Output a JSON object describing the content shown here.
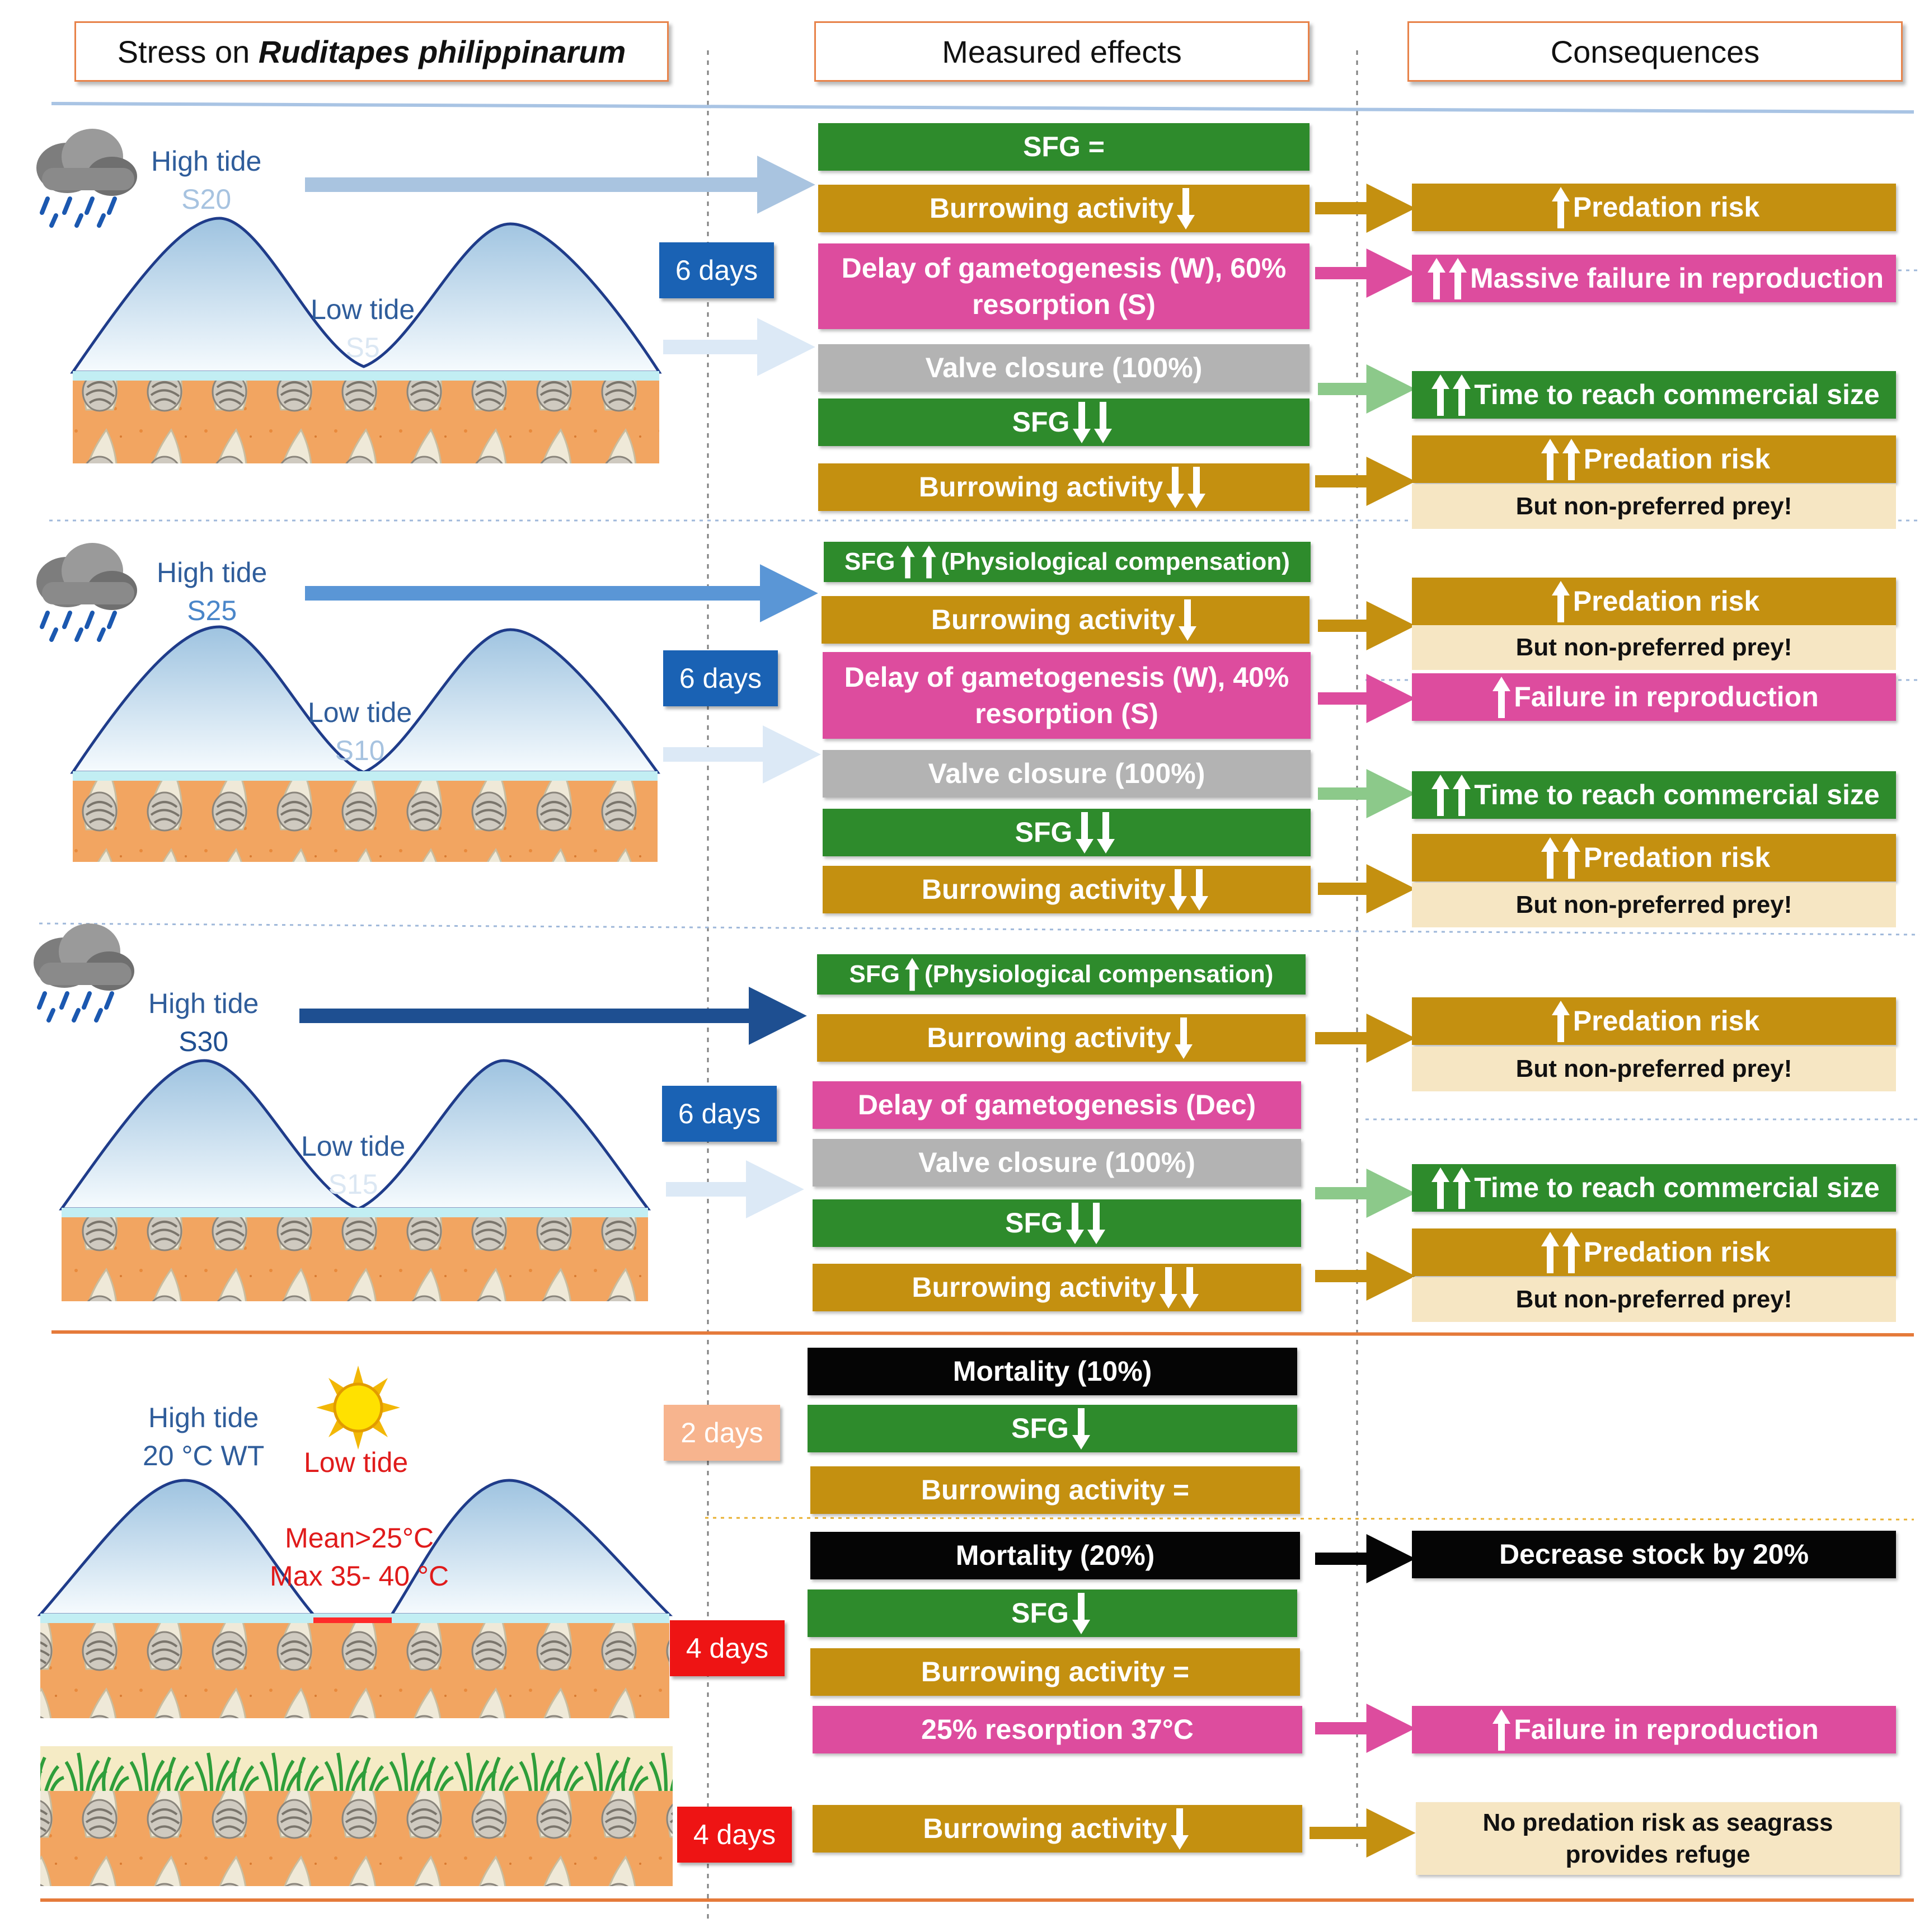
{
  "headers": {
    "stress_prefix": "Stress on ",
    "stress_species": "Ruditapes philippinarum",
    "measured": "Measured effects",
    "consequences": "Consequences"
  },
  "scenarios": [
    {
      "high_tide": "High tide",
      "high_sal": "S20",
      "low_tide": "Low tide",
      "low_sal": "S5",
      "days": "6 days"
    },
    {
      "high_tide": "High tide",
      "high_sal": "S25",
      "low_tide": "Low tide",
      "low_sal": "S10",
      "days": "6 days"
    },
    {
      "high_tide": "High tide",
      "high_sal": "S30",
      "low_tide": "Low tide",
      "low_sal": "S15",
      "days": "6 days"
    }
  ],
  "heat": {
    "high_tide": "High tide",
    "water_temp": "20 °C WT",
    "low_tide": "Low tide",
    "mean": "Mean>25°C",
    "max": "Max 35- 40 °C",
    "days_2": "2 days",
    "days_4a": "4 days",
    "days_4b": "4 days"
  },
  "effects": {
    "s1": {
      "sfg": "SFG =",
      "burrow": "Burrowing  activity",
      "gameto": "Delay of gametogenesis (W), 60% resorption (S)",
      "valve": "Valve closure (100%)",
      "sfg2": "SFG",
      "burrow2": "Burrowing  activity"
    },
    "s2": {
      "sfg": "SFG",
      "sfg_note": "(Physiological compensation)",
      "burrow": "Burrowing  activity",
      "gameto": "Delay of gametogenesis (W), 40% resorption (S)",
      "valve": "Valve closure (100%)",
      "sfg2": "SFG",
      "burrow2": "Burrowing  activity"
    },
    "s3": {
      "sfg": "SFG",
      "sfg_note": "(Physiological compensation)",
      "burrow": "Burrowing  activity",
      "gameto": "Delay of gametogenesis (Dec)",
      "valve": "Valve closure (100%)",
      "sfg2": "SFG",
      "burrow2": "Burrowing  activity"
    },
    "h": {
      "mort10": "Mortality (10%)",
      "sfg_a": "SFG",
      "burrow_a": "Burrowing  activity =",
      "mort20": "Mortality (20%)",
      "sfg_b": "SFG",
      "burrow_b": "Burrowing  activity =",
      "resorp": "25% resorption 37°C",
      "burrow_c": "Burrowing  activity"
    }
  },
  "consequences": {
    "predation": "Predation risk",
    "massive": "Massive failure in reproduction",
    "time": "Time to reach commercial size",
    "nonpref": "But non-preferred prey!",
    "failure": "Failure in reproduction",
    "decrease": "Decrease stock by 20%",
    "refuge": "No predation risk as seagrass provides refuge"
  },
  "colors": {
    "sfg": "#2e8b2c",
    "burrowing": "#c49010",
    "reproduction": "#dd4c9e",
    "valve": "#b3b3b3",
    "mortality": "#050505",
    "note": "#f6e6c3",
    "header_border": "#e8834a"
  }
}
